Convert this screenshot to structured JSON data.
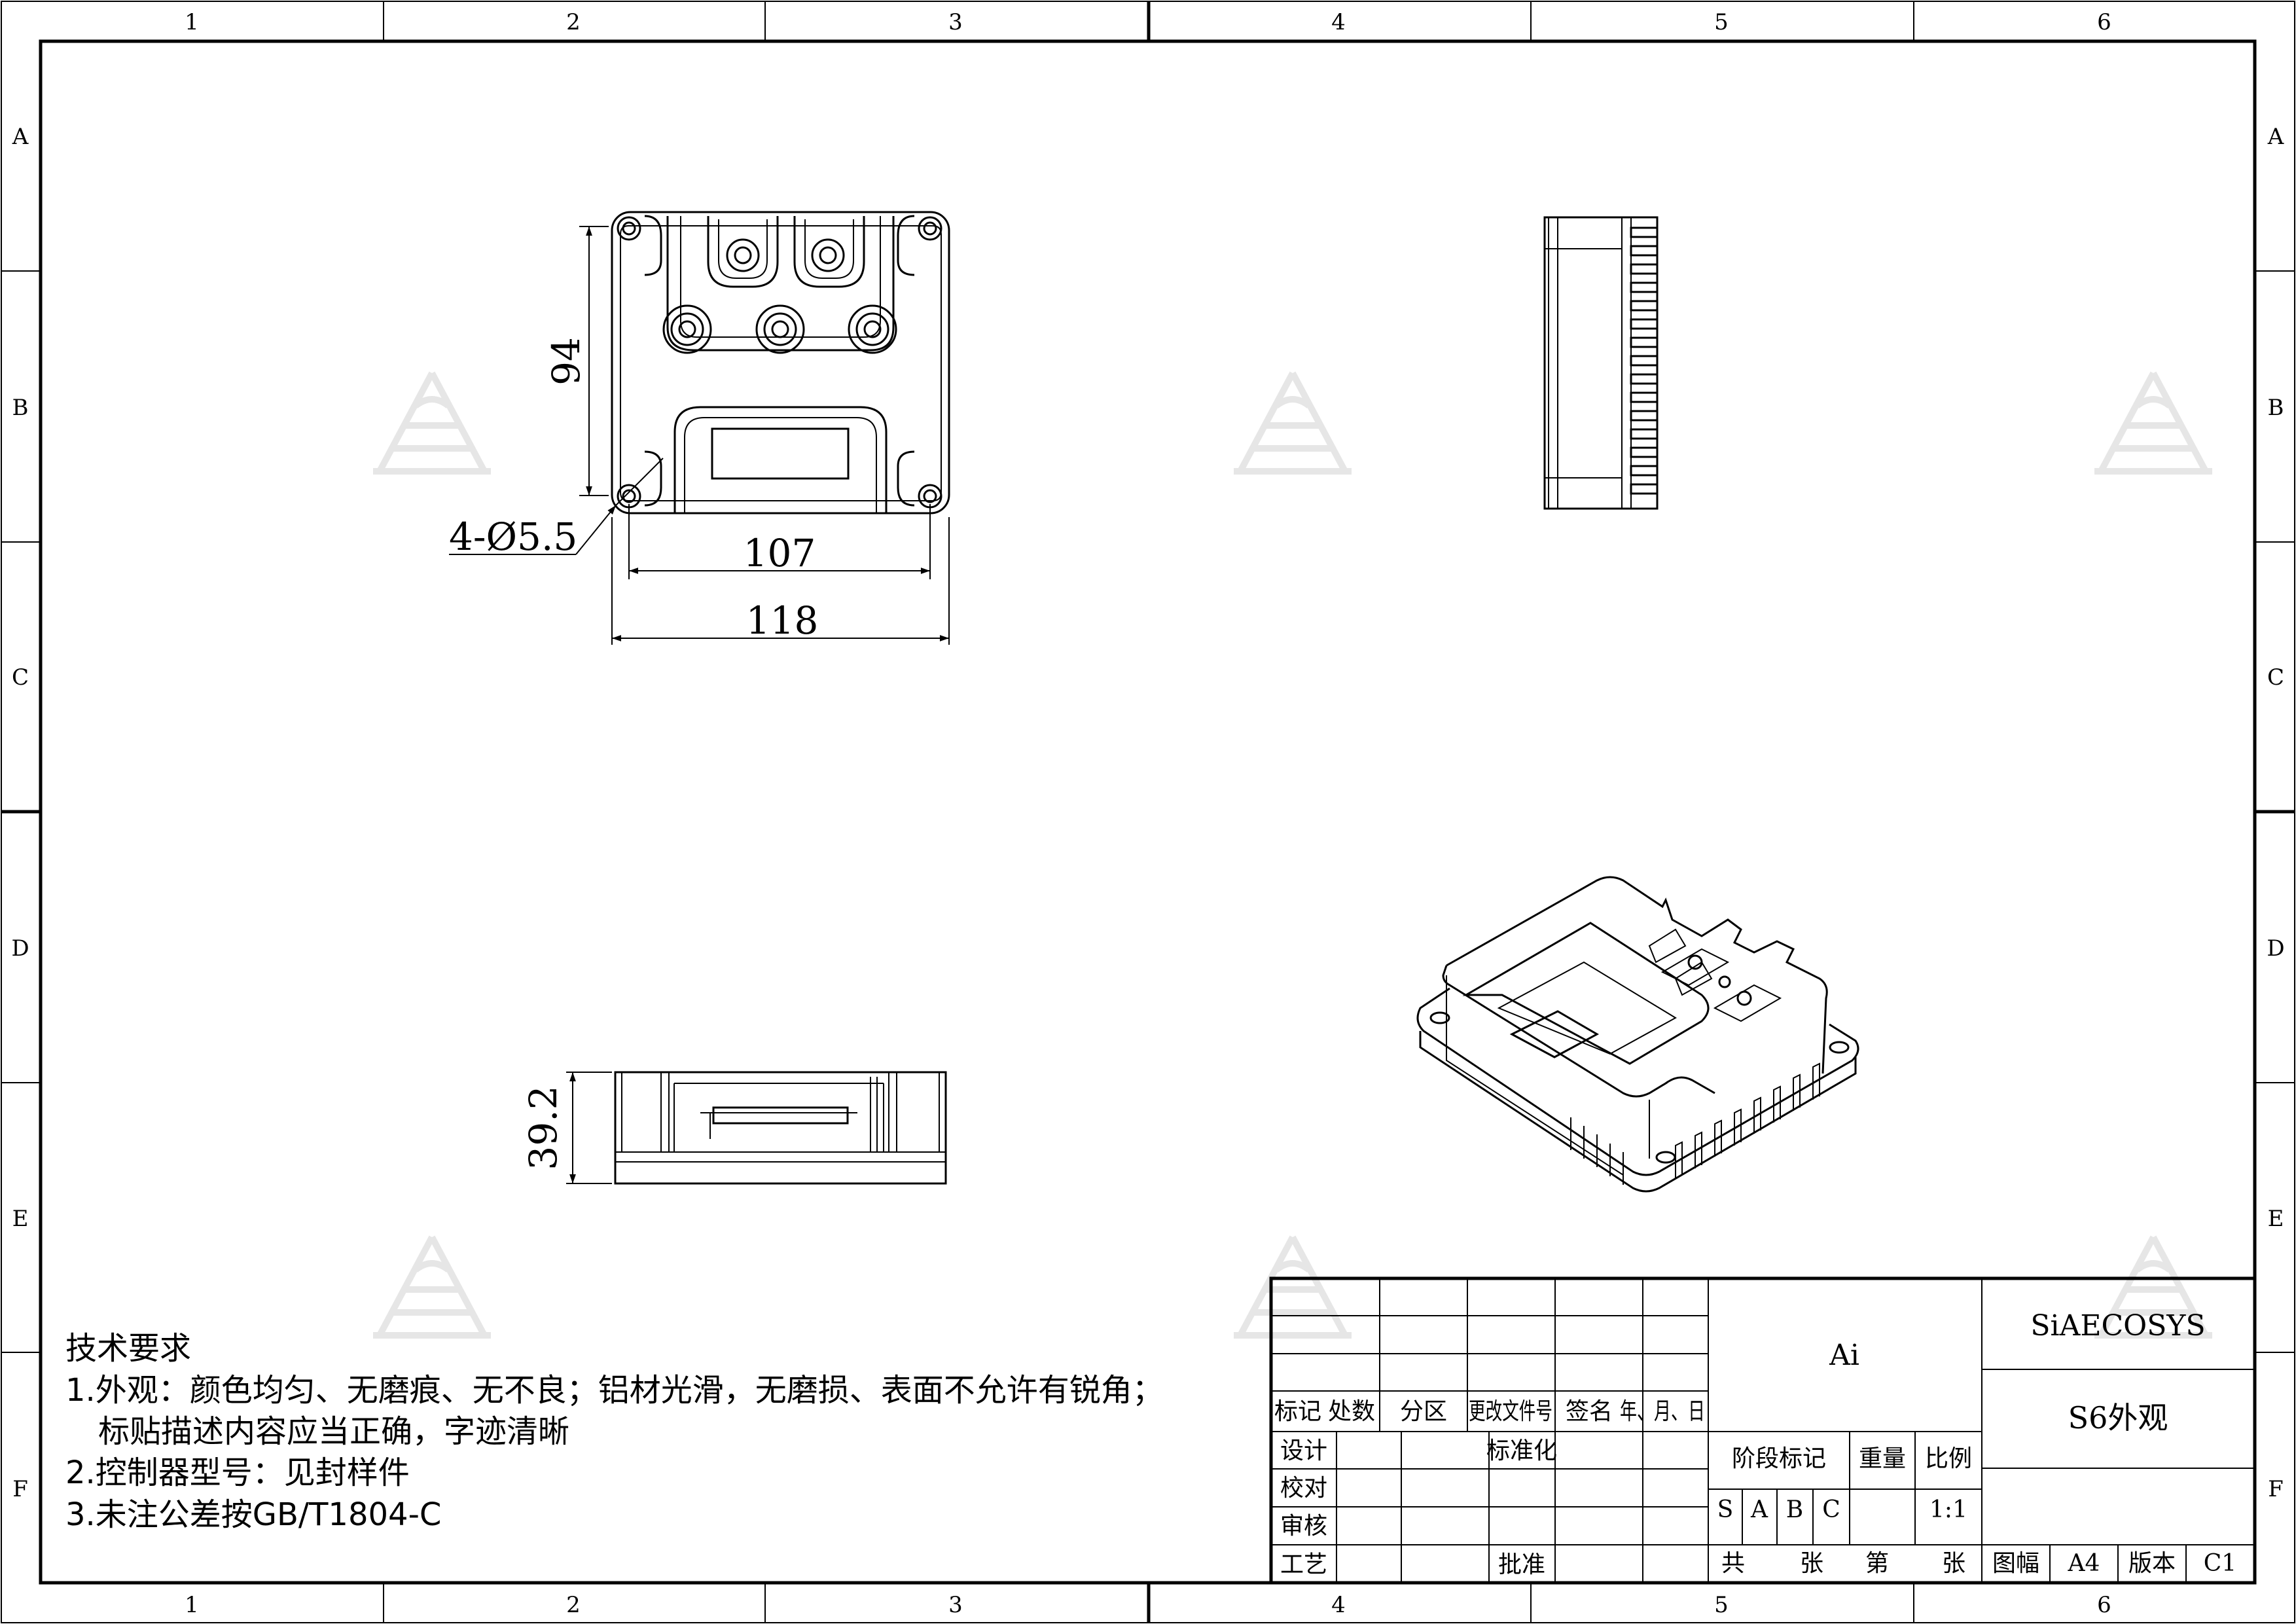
{
  "drawing": {
    "grid_columns": [
      "1",
      "2",
      "3",
      "4",
      "5",
      "6"
    ],
    "grid_rows": [
      "A",
      "B",
      "C",
      "D",
      "E",
      "F"
    ],
    "dimensions": {
      "height": "94",
      "hole_spec": "4-Ø5.5",
      "hole_pitch": "107",
      "width": "118",
      "thickness": "39.2"
    },
    "notes": {
      "title": "技术要求",
      "line1": "1.外观：颜色均匀、无磨痕、无不良；铝材光滑，无磨损、表面不允许有锐角；",
      "line1_cont": "标贴描述内容应当正确，字迹清晰",
      "line2": "2.控制器型号：见封样件",
      "line3": "3.未注公差按GB/T1804-C"
    }
  },
  "title_block": {
    "rev_headers": [
      "标记",
      "处数",
      "分区",
      "更改文件号",
      "签名",
      "年、月、日"
    ],
    "design": "设计",
    "standardize": "标准化",
    "check": "校对",
    "review": "审核",
    "process": "工艺",
    "approve": "批准",
    "material": "Ai",
    "company": "SiAECOSYS",
    "drawing_name": "S6外观",
    "stage_mark": "阶段标记",
    "weight": "重量",
    "scale_label": "比例",
    "stages": [
      "S",
      "A",
      "B",
      "C"
    ],
    "scale_value": "1:1",
    "total": "共",
    "sheets": "张",
    "sheet_no": "第",
    "sheets2": "张",
    "format_label": "图幅",
    "format_value": "A4",
    "version_label": "版本",
    "version_value": "C1"
  }
}
